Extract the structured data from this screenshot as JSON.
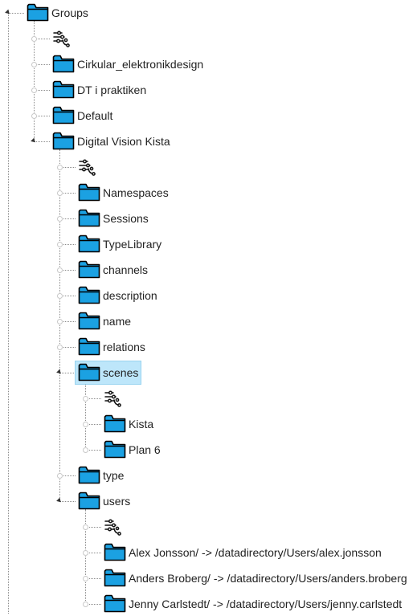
{
  "tree": {
    "nodes": [
      {
        "label": "Groups",
        "type": "folder",
        "depth": 0,
        "expanded": true
      },
      {
        "label": "",
        "type": "props",
        "depth": 1
      },
      {
        "label": "Cirkular_elektronikdesign",
        "type": "folder",
        "depth": 1,
        "expanded": false
      },
      {
        "label": "DT i praktiken",
        "type": "folder",
        "depth": 1,
        "expanded": false
      },
      {
        "label": "Default",
        "type": "folder",
        "depth": 1,
        "expanded": false
      },
      {
        "label": "Digital Vision Kista",
        "type": "folder",
        "depth": 1,
        "expanded": true
      },
      {
        "label": "",
        "type": "props",
        "depth": 2
      },
      {
        "label": "Namespaces",
        "type": "folder",
        "depth": 2,
        "expanded": false
      },
      {
        "label": "Sessions",
        "type": "folder",
        "depth": 2,
        "expanded": false
      },
      {
        "label": "TypeLibrary",
        "type": "folder",
        "depth": 2,
        "expanded": false
      },
      {
        "label": "channels",
        "type": "folder",
        "depth": 2,
        "expanded": false
      },
      {
        "label": "description",
        "type": "folder",
        "depth": 2,
        "expanded": false
      },
      {
        "label": "name",
        "type": "folder",
        "depth": 2,
        "expanded": false
      },
      {
        "label": "relations",
        "type": "folder",
        "depth": 2,
        "expanded": false
      },
      {
        "label": "scenes",
        "type": "folder",
        "depth": 2,
        "expanded": true,
        "selected": true
      },
      {
        "label": "",
        "type": "props",
        "depth": 3
      },
      {
        "label": "Kista",
        "type": "folder",
        "depth": 3,
        "expanded": false
      },
      {
        "label": "Plan 6",
        "type": "folder",
        "depth": 3,
        "expanded": false
      },
      {
        "label": "type",
        "type": "folder",
        "depth": 2,
        "expanded": false
      },
      {
        "label": "users",
        "type": "folder",
        "depth": 2,
        "expanded": true
      },
      {
        "label": "",
        "type": "props",
        "depth": 3
      },
      {
        "label": "Alex Jonsson/ -> /datadirectory/Users/alex.jonsson",
        "type": "folder",
        "depth": 3,
        "expanded": false
      },
      {
        "label": "Anders Broberg/ -> /datadirectory/Users/anders.broberg",
        "type": "folder",
        "depth": 3,
        "expanded": false
      },
      {
        "label": "Jenny Carlstedt/ -> /datadirectory/Users/jenny.carlstedt",
        "type": "folder",
        "depth": 3,
        "expanded": false
      }
    ]
  },
  "icons": {
    "folder": "folder-icon",
    "props": "properties-icon"
  },
  "colors": {
    "folder_fill": "#1ba1e2",
    "folder_stroke": "#000000",
    "selected_bg": "#bde6fa",
    "tree_line": "#8a8a8a"
  }
}
